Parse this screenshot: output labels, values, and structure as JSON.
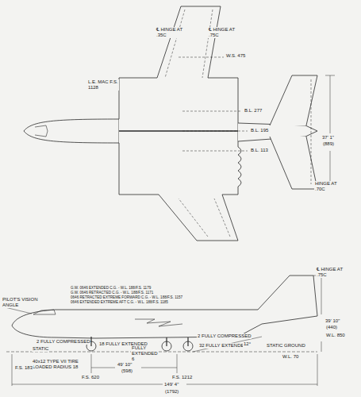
{
  "diagram": {
    "labels": [
      "℄ HINGE AT .35C",
      "℄ HINGE AT .75C",
      "W.S. 475",
      "L.E. MAC F.S. 1128",
      "B.L. 277",
      "B.L. 195",
      "B.L. 113",
      "37' 1\"",
      "(889)",
      "HINGE AT .70C",
      "℄ HINGE AT .75C",
      "PILOT'S VISION ANGLE",
      "G.W. 0646 EXTENDED C.G. - W.L. 188/F.S. 1179",
      "G.W. 0646 RETRACTED C.G. - W.L. 188/F.S. 1171",
      "0646 RETRACTED EXTREME FORWARD C.G. - W.L. 188/F.S. 1157",
      "0646 EXTENDED EXTREME AFT C.G. - W.L. 188/F.S. 1185",
      "2 FULLY COMPRESSED",
      "STATIC",
      "18 FULLY EXTENDED",
      "40x12 TYPE VII TIRE LOADED RADIUS 18",
      "FULLY EXTENDED 6",
      "2 FULLY COMPRESSED",
      "32 FULLY EXTENDED",
      "12°",
      "STATIC GROUND",
      "W.L. 70",
      "39' 10\"",
      "(440)",
      "W.L. 850",
      "F.S. 183",
      "F.S. 620",
      "49' 10\"",
      "(598)",
      "F.S. 1212",
      "149' 4\"",
      "(1792)"
    ]
  }
}
